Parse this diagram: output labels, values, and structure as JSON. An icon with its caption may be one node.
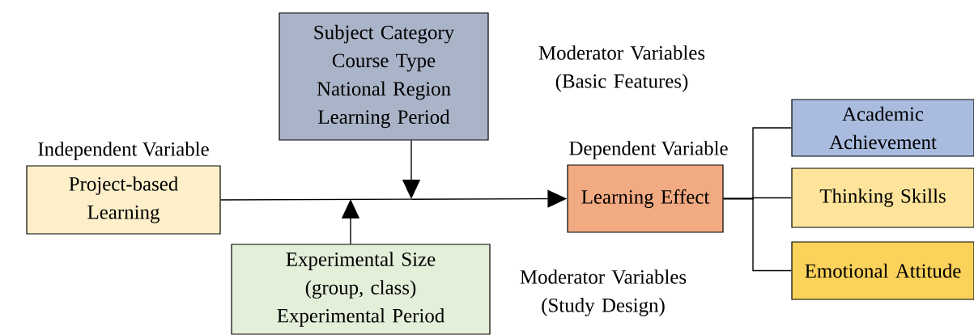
{
  "diagram": {
    "nodes": [
      {
        "text": [
          "Independent Variable",
          "Project-based Learning"
        ]
      },
      {
        "text": [
          "Subject Category",
          "Course Type",
          "National Region",
          "Learning Period"
        ],
        "beside": [
          "Moderator Variables (Basic Features)"
        ]
      },
      {
        "text": [
          "Experimental Size (group, class)",
          "Experimental Period"
        ],
        "beside": [
          "Moderator Variables (Study Design)"
        ]
      },
      {
        "text": [
          "Dependent Variable",
          "Learning Effect"
        ]
      },
      {
        "text": [
          "Academic Achievement"
        ]
      },
      {
        "text": [
          "Thinking Skills"
        ]
      },
      {
        "text": [
          "Emotional Attitude"
        ]
      }
    ],
    "edges": [
      {
        "from": 0,
        "to": 3,
        "arrow": "to"
      },
      {
        "from": 1,
        "to": null,
        "arrow": "to"
      },
      {
        "from": 2,
        "to": null,
        "arrow": "to"
      },
      {
        "from": 3,
        "to": 4,
        "arrow": "none"
      },
      {
        "from": 3,
        "to": 5,
        "arrow": "none"
      },
      {
        "from": 3,
        "to": 6,
        "arrow": "none"
      }
    ]
  }
}
